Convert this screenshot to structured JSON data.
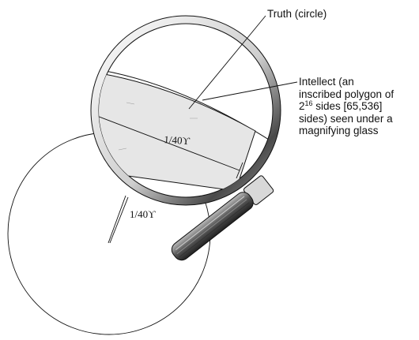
{
  "labels": {
    "truth": "Truth (circle)",
    "intellect_line1": "Intellect (an",
    "intellect_line2": "inscribed polygon of",
    "intellect_base": "2",
    "intellect_exponent": "16",
    "intellect_line3_rest": " sides [65,536]",
    "intellect_line4": "sides) seen under a",
    "intellect_line5": "magnifying glass",
    "measure_inner": "1/40ϒ",
    "measure_outer": "1/40ϒ"
  },
  "colors": {
    "stroke": "#111111",
    "polygon_fill": "#e6e6e6",
    "lens_rim": "#5a5a5a",
    "handle": "#6b6b6b"
  },
  "icons": {
    "magnifier": "magnifying-glass-icon"
  }
}
